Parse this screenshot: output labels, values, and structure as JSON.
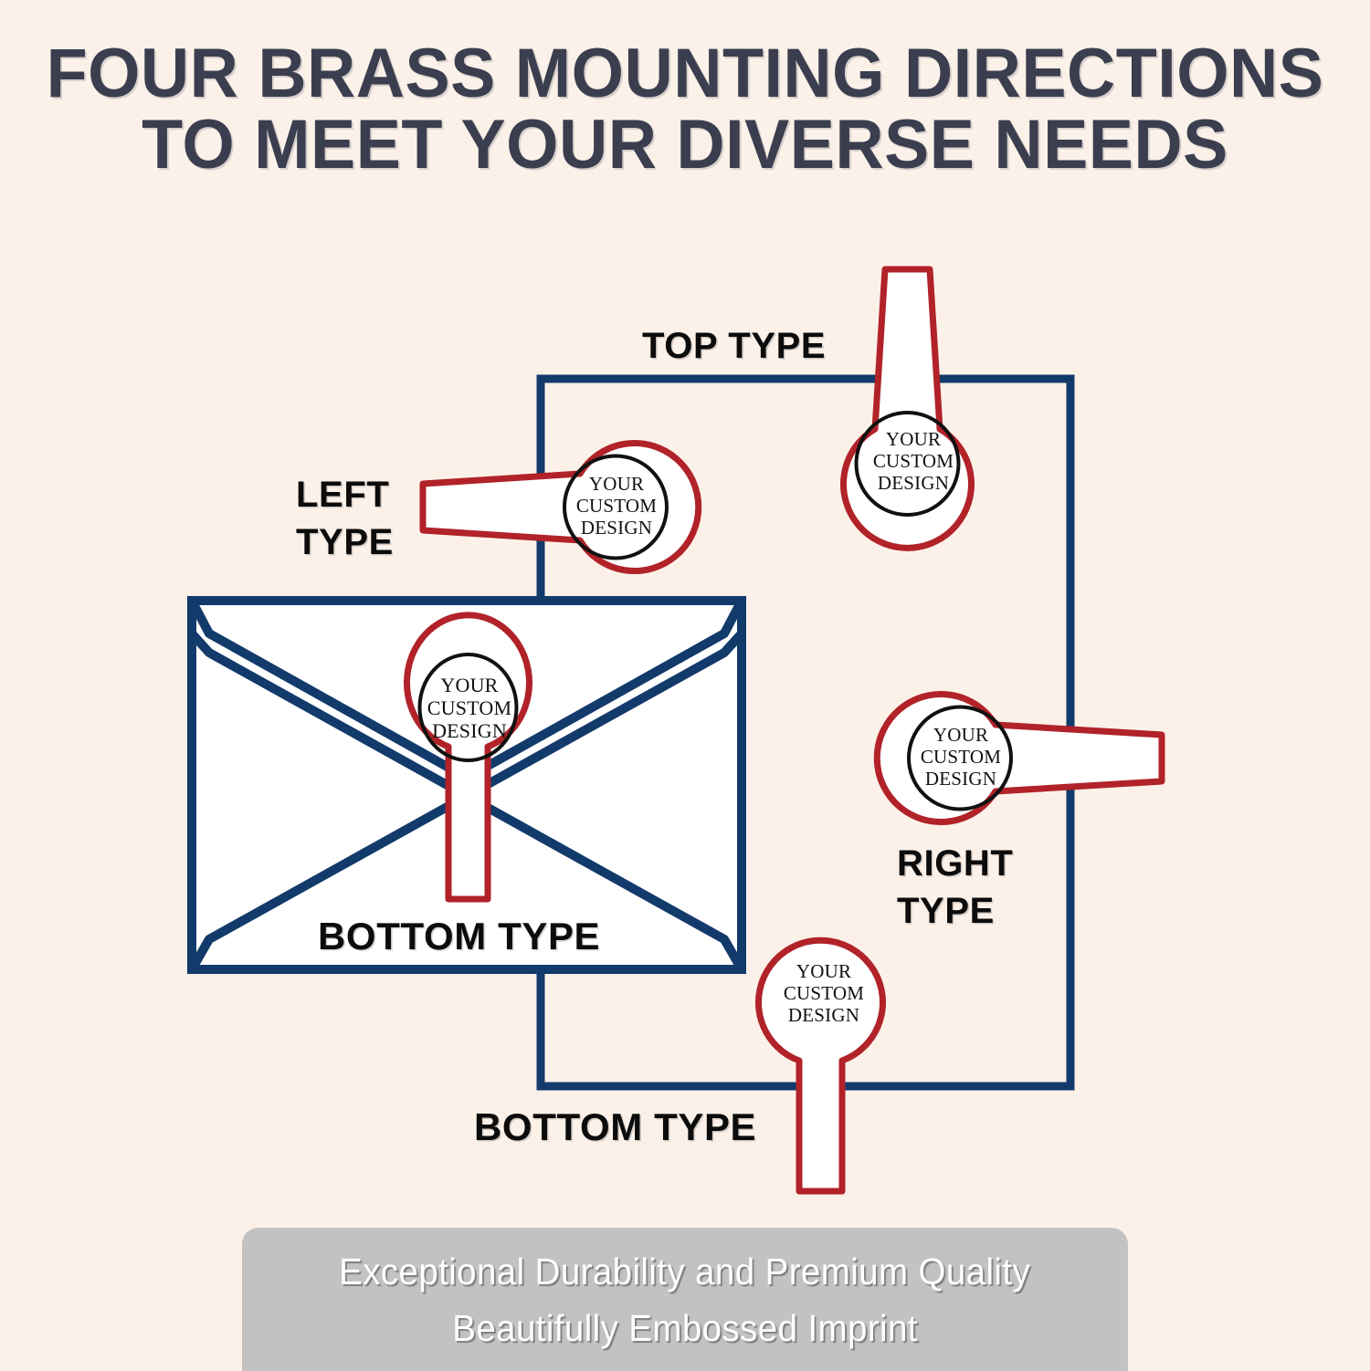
{
  "page": {
    "background_color": "#fcf1e9",
    "heading_color": "#3b3e4e",
    "navy_color": "#123a6b",
    "red_color": "#b12229",
    "white_color": "#ffffff",
    "label_color": "#0c0c0c",
    "banner_color": "#c2c2c2",
    "banner_text_color": "#ffffff"
  },
  "heading": {
    "line1": "FOUR BRASS MOUNTING DIRECTIONS",
    "line2": "TO MEET YOUR DIVERSE NEEDS"
  },
  "diagram": {
    "labels": {
      "top_type": "TOP TYPE",
      "left_type_line1": "LEFT",
      "left_type_line2": "TYPE",
      "right_type_line1": "RIGHT",
      "right_type_line2": "TYPE",
      "bottom_type_envelope": "BOTTOM TYPE",
      "bottom_type_outer": "BOTTOM TYPE"
    },
    "stamp_text": {
      "line1": "YOUR",
      "line2": "CUSTOM",
      "line3": "DESIGN"
    },
    "stamps": [
      {
        "id": "top",
        "name": "top-type-stamp",
        "orientation": "up",
        "inner_ring": true
      },
      {
        "id": "left",
        "name": "left-type-stamp",
        "orientation": "left",
        "inner_ring": true
      },
      {
        "id": "right",
        "name": "right-type-stamp",
        "orientation": "right",
        "inner_ring": true
      },
      {
        "id": "envelope",
        "name": "envelope-stamp",
        "orientation": "down",
        "inner_ring": true
      },
      {
        "id": "bottom",
        "name": "bottom-type-stamp",
        "orientation": "down",
        "inner_ring": false
      }
    ]
  },
  "banner": {
    "line1": "Exceptional Durability and Premium Quality",
    "line2": "Beautifully Embossed Imprint"
  }
}
